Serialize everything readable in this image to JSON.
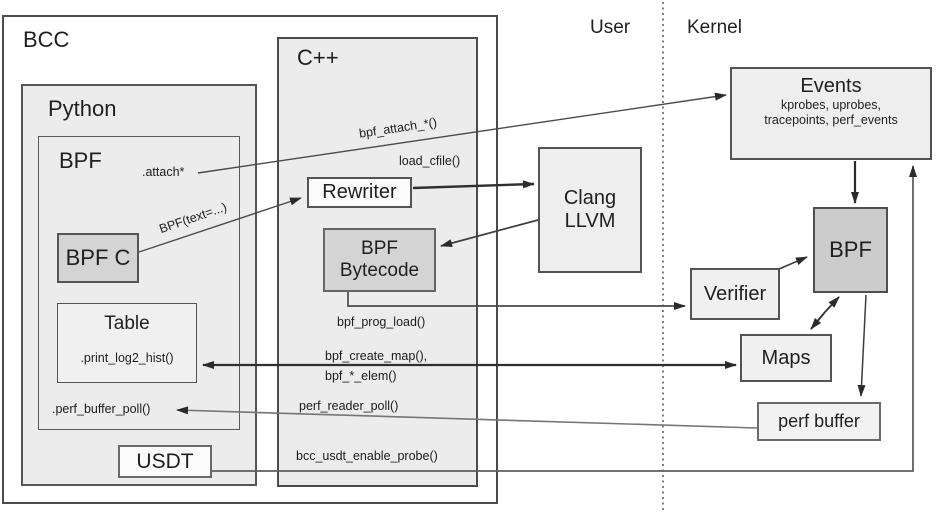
{
  "regions": {
    "user_label": "User",
    "kernel_label": "Kernel"
  },
  "boxes": {
    "bcc": "BCC",
    "python": "Python",
    "bpf_python": "BPF",
    "bpf_c": "BPF C",
    "table": {
      "title": "Table",
      "method": ".print_log2_hist()"
    },
    "usdt": "USDT",
    "cpp": "C++",
    "rewriter": "Rewriter",
    "bytecode": {
      "line1": "BPF",
      "line2": "Bytecode"
    },
    "clang": {
      "line1": "Clang",
      "line2": "LLVM"
    },
    "events": {
      "title": "Events",
      "sub_line1": "kprobes, uprobes,",
      "sub_line2": "tracepoints, perf_events"
    },
    "bpf_kernel": "BPF",
    "verifier": "Verifier",
    "maps": "Maps",
    "perf_buffer": "perf buffer"
  },
  "api_labels": {
    "attach": ".attach*",
    "bpf_text": "BPF(text=...)",
    "bpf_attach": "bpf_attach_*()",
    "load_cfile": "load_cfile()",
    "bpf_prog_load": "bpf_prog_load()",
    "bpf_create_map": "bpf_create_map(),",
    "bpf_elem": "bpf_*_elem()",
    "perf_reader_poll": "perf_reader_poll()",
    "bcc_usdt_enable_probe": "bcc_usdt_enable_probe()",
    "perf_buffer_poll": ".perf_buffer_poll()"
  },
  "colors": {
    "background": "#ffffff",
    "box_fill_light": "#ececec",
    "box_fill_lighter": "#fbfbfb",
    "box_fill_dark": "#d4d4d4",
    "box_fill_kernel_bpf": "#cccccc",
    "box_border": "#545454",
    "arrow": "#2b2b2b"
  }
}
